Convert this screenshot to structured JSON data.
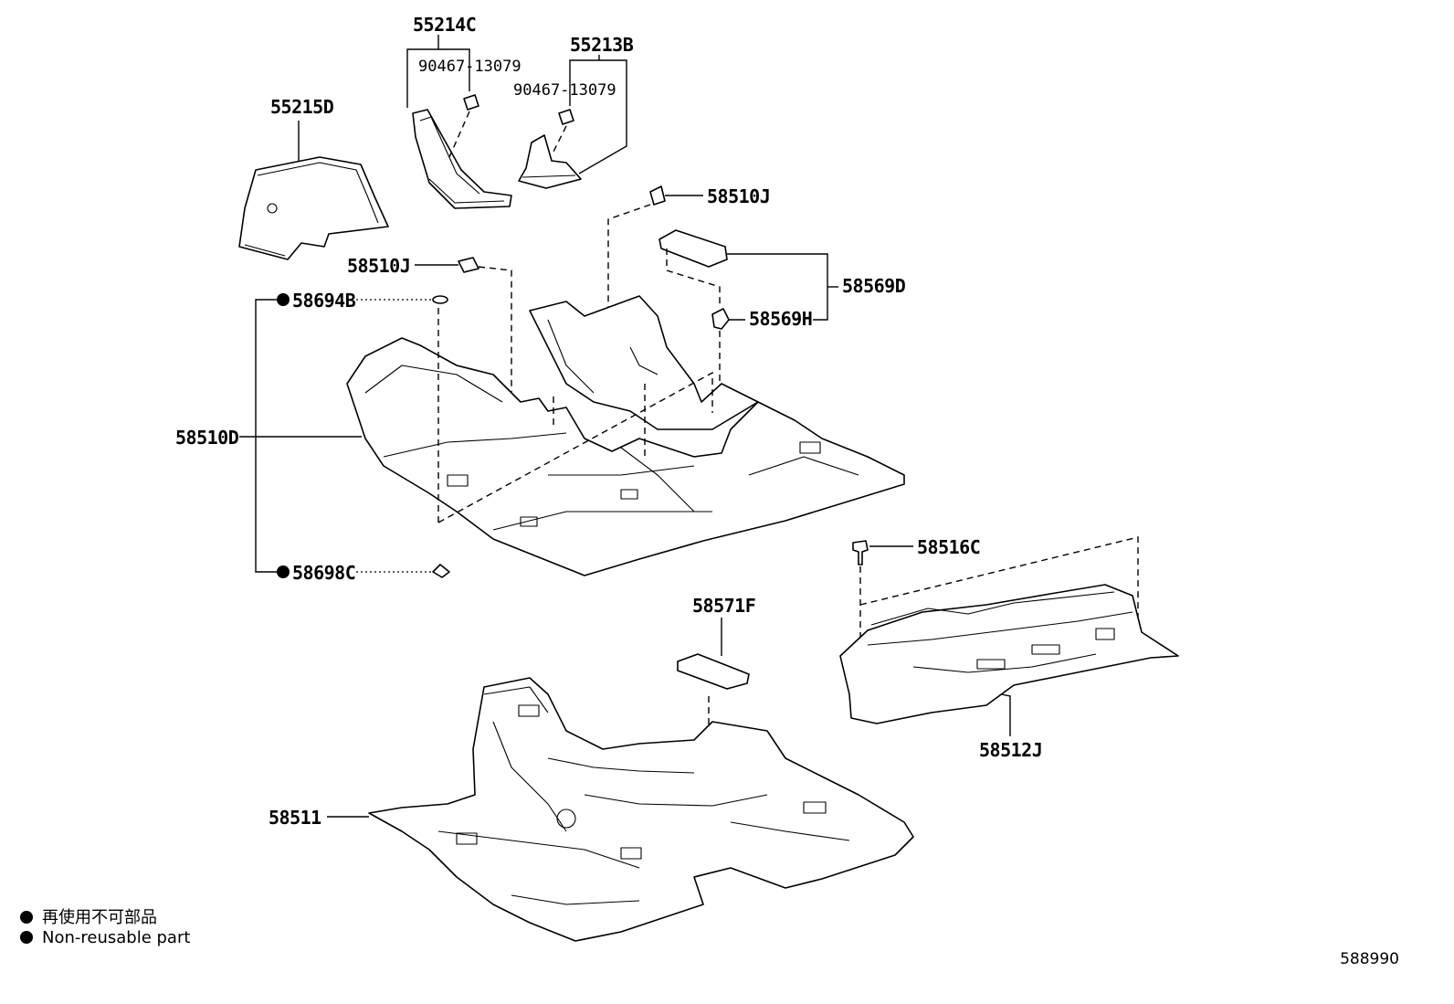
{
  "labels": {
    "p55214C": "55214C",
    "p55213B": "55213B",
    "p90467a": "90467-13079",
    "p90467b": "90467-13079",
    "p55215D": "55215D",
    "p58510J_top": "58510J",
    "p58510J_mid": "58510J",
    "p58569D": "58569D",
    "p58569H": "58569H",
    "p58694B": "58694B",
    "p58510D": "58510D",
    "p58698C": "58698C",
    "p58516C": "58516C",
    "p58571F": "58571F",
    "p58512J": "58512J",
    "p58511": "58511"
  },
  "legend": {
    "jp": "再使用不可部品",
    "en": "Non-reusable part"
  },
  "diagram_id": "588990"
}
